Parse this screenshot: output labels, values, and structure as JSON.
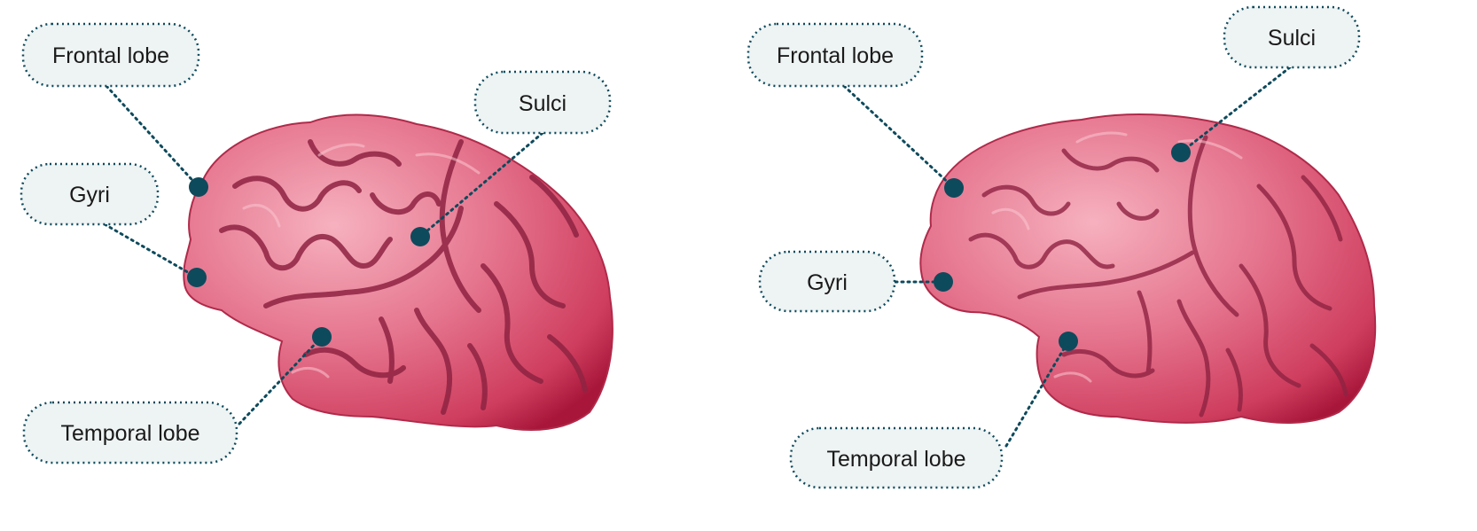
{
  "panels": [
    {
      "labels": {
        "frontal": "Frontal lobe",
        "gyri": "Gyri",
        "sulci": "Sulci",
        "temporal": "Temporal lobe"
      }
    },
    {
      "labels": {
        "frontal": "Frontal lobe",
        "gyri": "Gyri",
        "sulci": "Sulci",
        "temporal": "Temporal lobe"
      }
    }
  ],
  "colors": {
    "callout_fill": "#eef3f3",
    "callout_border": "#0d4a5c",
    "marker": "#0d4a5c",
    "brain_base": "#d9536f",
    "brain_light": "#f4a3b3",
    "brain_dark": "#a8163a",
    "sulcus_line": "#8f2342"
  }
}
